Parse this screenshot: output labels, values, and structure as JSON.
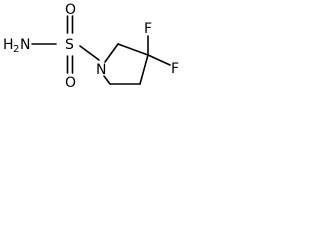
{
  "molecule": {
    "atoms": {
      "nh2_n": "N",
      "nh2_h": "H",
      "nh2_sub": "2",
      "s": "S",
      "o_top": "O",
      "o_bottom": "O",
      "ring_n": "N",
      "f_top": "F",
      "f_right": "F"
    }
  }
}
